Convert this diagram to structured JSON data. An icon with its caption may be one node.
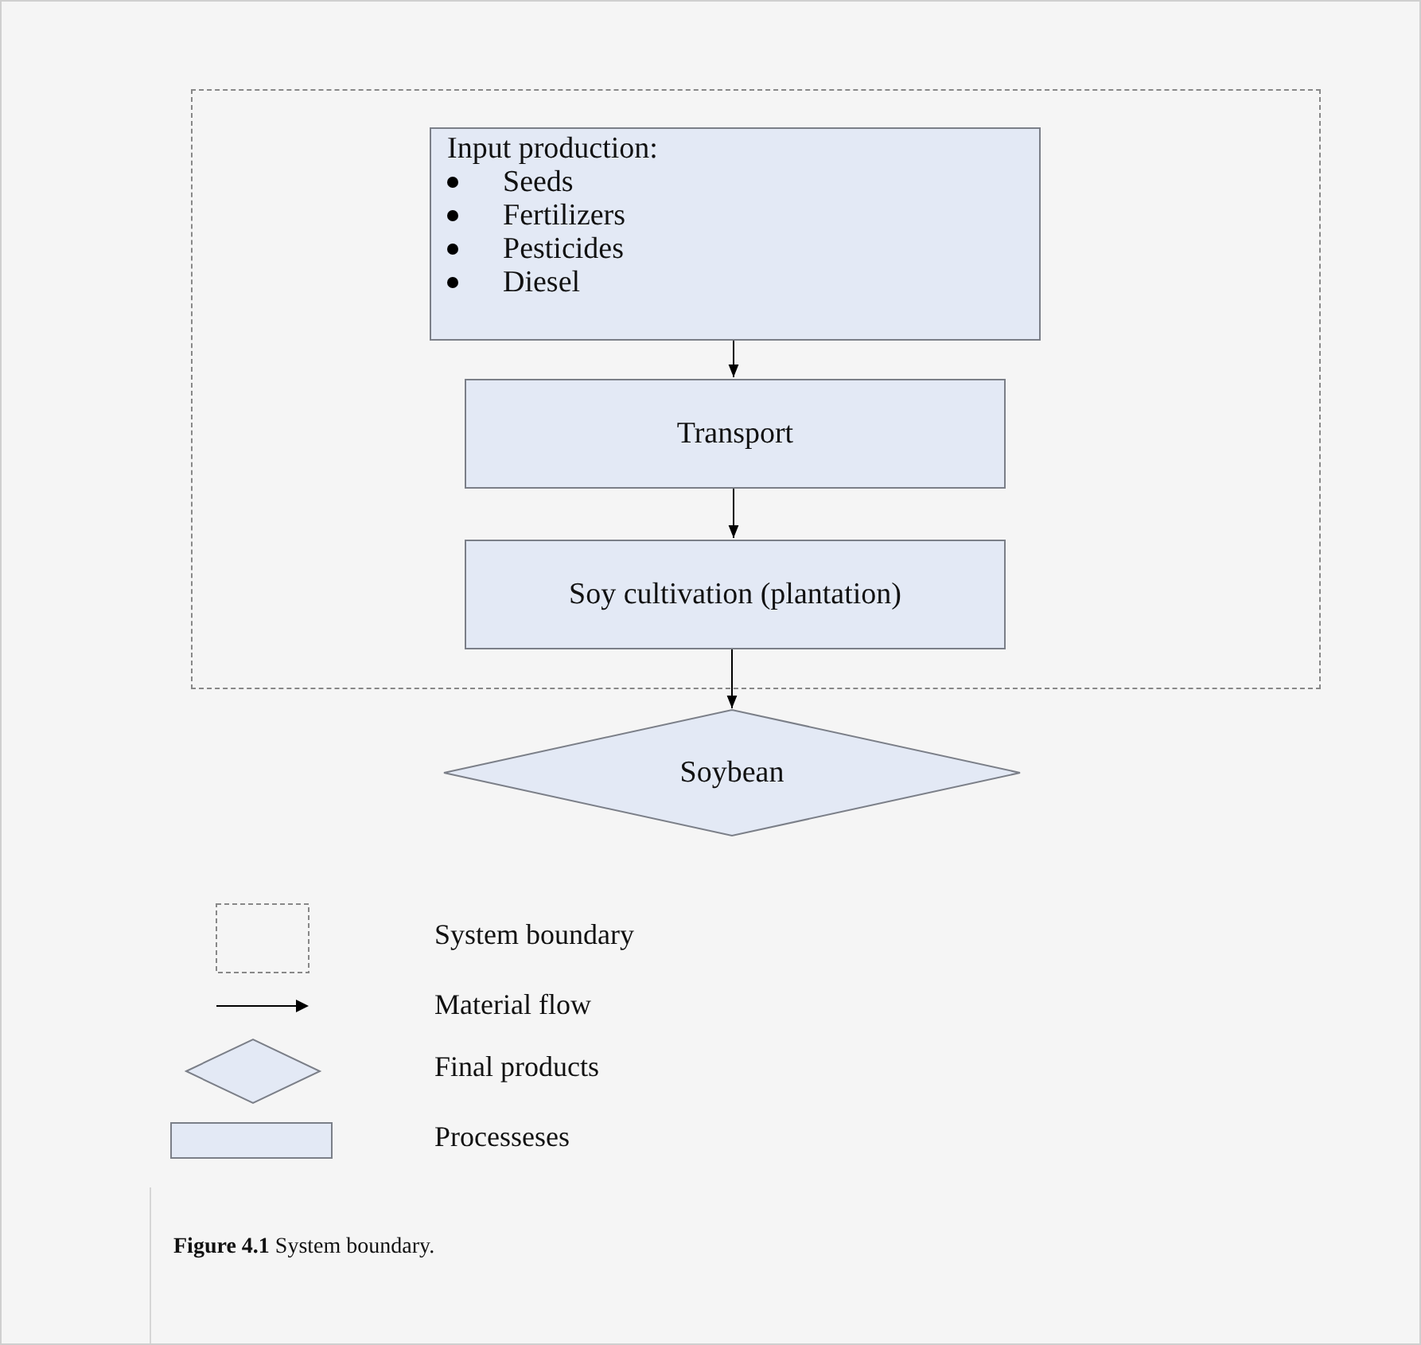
{
  "diagram": {
    "caption": "**Figure 4.1** System boundary.",
    "nodes": [
      {
        "text": [],
        "shape": "box"
      },
      {
        "text": [
          "Input production:",
          "Seeds",
          "Fertilizers",
          "Pesticides",
          "Diesel"
        ],
        "in": 0
      },
      {
        "text": [
          "Transport"
        ],
        "in": 0
      },
      {
        "text": [
          "Soy cultivation (plantation)"
        ],
        "in": 0
      },
      {
        "text": [
          "Soybean"
        ]
      }
    ],
    "edges": [
      {
        "from": 1,
        "to": 2,
        "arrow": "to"
      },
      {
        "from": 2,
        "to": 3,
        "arrow": "to"
      },
      {
        "from": 3,
        "to": 4,
        "arrow": "to"
      }
    ],
    "legend": [
      {
        "text": "System boundary"
      },
      {
        "text": "Material flow"
      },
      {
        "text": "Final products"
      },
      {
        "text": "Processeses"
      }
    ]
  }
}
